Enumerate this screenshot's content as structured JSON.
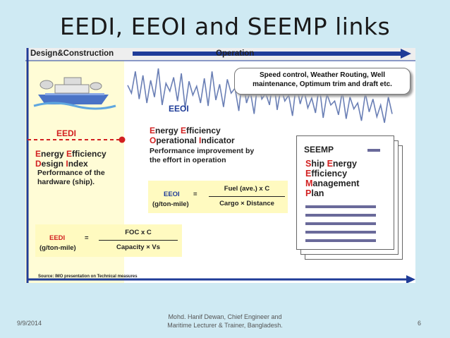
{
  "slide": {
    "title": "EEDI, EEOI and SEEMP links",
    "date": "9/9/2014",
    "author_line1": "Mohd. Hanif Dewan, Chief Engineer and",
    "author_line2": "Maritime Lecturer & Trainer, Bangladesh.",
    "page_number": "6"
  },
  "figure": {
    "phase_left": "Design&Construction",
    "phase_right": "Operation",
    "callout_line1": "Speed control, Weather Routing, Well",
    "callout_line2": "maintenance, Optimum trim and draft etc.",
    "eeoi_label": "EEOI",
    "eedi_label": "EEDI",
    "eedi_def": {
      "w1_cap": "E",
      "w1_rest": "nergy ",
      "w2_cap": "E",
      "w2_rest": "fficiency",
      "w3_cap": "D",
      "w3_rest": "esign ",
      "w4_cap": "I",
      "w4_rest": "ndex",
      "desc1": "Performance of the",
      "desc2": "hardware (ship)."
    },
    "eeoi_def": {
      "w1_cap": "E",
      "w1_rest": "nergy ",
      "w2_cap": "E",
      "w2_rest": "fficiency",
      "w3_cap": "O",
      "w3_rest": "perational ",
      "w4_cap": "I",
      "w4_rest": "ndicator",
      "desc1": "Performance improvement by",
      "desc2": "the effort in operation"
    },
    "eeoi_formula": {
      "name": "EEOI",
      "unit": "(g/ton-mile)",
      "equals": "=",
      "numerator": "Fuel (ave.) x C",
      "denominator": "Cargo × Distance"
    },
    "eedi_formula": {
      "name": "EEDI",
      "unit": "(g/ton-mile)",
      "equals": "=",
      "numerator": "FOC x C",
      "denominator": "Capacity × Vs"
    },
    "seemp": {
      "title": "SEEMP",
      "l1_cap": "S",
      "l1_rest": "hip ",
      "l1b_cap": "E",
      "l1b_rest": "nergy",
      "l2_cap": "E",
      "l2_rest": "fficiency",
      "l3_cap": "M",
      "l3_rest": "anagement",
      "l4_cap": "P",
      "l4_rest": "lan"
    },
    "source": "Source: IMO presentation on Technical measures",
    "colors": {
      "red": "#d22020",
      "blue": "#1f3c98",
      "formula_bg": "#fffac0",
      "design_bg": "#fffcd6"
    }
  },
  "chart_data": {
    "type": "line",
    "series": [
      {
        "values": [
          78,
          70,
          92,
          64,
          88,
          60,
          83,
          66,
          95,
          58,
          80,
          72,
          86,
          62,
          90,
          55,
          82,
          68,
          77,
          60,
          85,
          57,
          92,
          63,
          79,
          56,
          84,
          70,
          75,
          52,
          88,
          60,
          72,
          49,
          83,
          64,
          70,
          58,
          86,
          53,
          76,
          62,
          68,
          47,
          80,
          59,
          73,
          55,
          65,
          50,
          78,
          45,
          69,
          58,
          62,
          48,
          72,
          44,
          66,
          54,
          60,
          42,
          70,
          51,
          64,
          46,
          58,
          40,
          66,
          49
        ]
      }
    ]
  }
}
